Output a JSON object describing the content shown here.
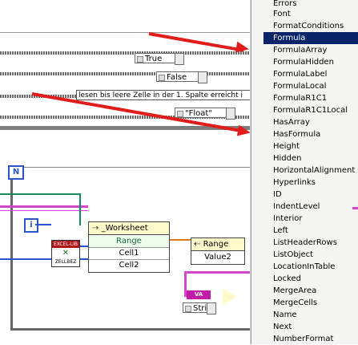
{
  "diagram": {
    "enum_true": "True",
    "enum_false": "False",
    "text_constant": "lesen bis leere Zelle in der 1. Spalte erreicht i",
    "enum_float": "\"Float\"",
    "n_terminal": "N",
    "i_terminal": "i",
    "excel_badge": "EXCEL-LIB",
    "excel_sub": "ZELLBEZ",
    "worksheet_node": {
      "title": "_Worksheet",
      "rows": [
        "Range",
        "Cell1",
        "Cell2"
      ]
    },
    "range_node": {
      "title": "Range",
      "row": "Value2"
    },
    "variant_badge": "VA",
    "variant_enum": "String"
  },
  "menu": {
    "items": [
      "Errors",
      "Font",
      "FormatConditions",
      "Formula",
      "FormulaArray",
      "FormulaHidden",
      "FormulaLabel",
      "FormulaLocal",
      "FormulaR1C1",
      "FormulaR1C1Local",
      "HasArray",
      "HasFormula",
      "Height",
      "Hidden",
      "HorizontalAlignment",
      "Hyperlinks",
      "ID",
      "IndentLevel",
      "Interior",
      "Left",
      "ListHeaderRows",
      "ListObject",
      "LocationInTable",
      "Locked",
      "MergeArea",
      "MergeCells",
      "Name",
      "Next",
      "NumberFormat"
    ],
    "selected": "Formula"
  },
  "colors": {
    "selection": "#0a246a",
    "wire_blue": "#2a54c8",
    "wire_pink": "#d148c8",
    "wire_green": "#1a8a5a",
    "arrow": "#e21b1b"
  }
}
